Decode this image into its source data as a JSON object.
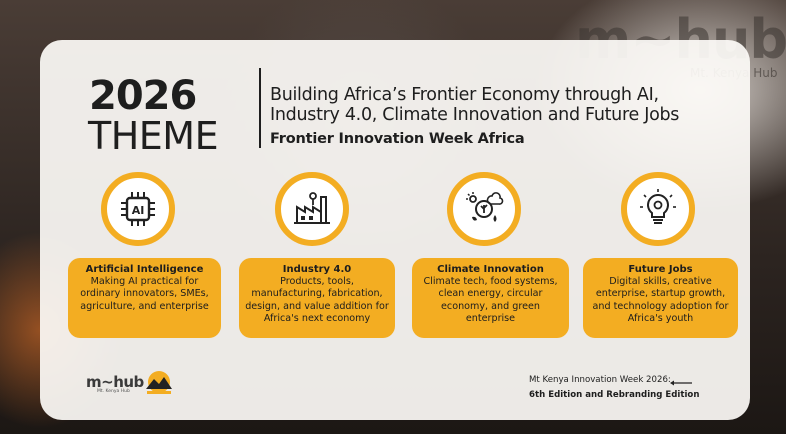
{
  "header": {
    "year": "2026",
    "theme_word": "THEME",
    "headline_line1": "Building Africa’s Frontier Economy through AI,",
    "headline_line2": "Industry 4.0, Climate Innovation and Future Jobs",
    "event_name": "Frontier Innovation Week Africa"
  },
  "background": {
    "brand": "m~hub",
    "brand_sub": "Mt. Kenya Hub"
  },
  "pillars": [
    {
      "icon": "ai-chip-icon",
      "title": "Artificial Intelligence",
      "desc": "Making AI practical for ordinary innovators, SMEs, agriculture, and enterprise"
    },
    {
      "icon": "factory-icon",
      "title": "Industry 4.0",
      "desc": "Products, tools, manufacturing, fabrication, design, and value addition for Africa's next economy"
    },
    {
      "icon": "climate-icon",
      "title": "Climate Innovation",
      "desc": "Climate tech, food systems, clean energy, circular economy, and green enterprise"
    },
    {
      "icon": "lightbulb-gear-icon",
      "title": "Future Jobs",
      "desc": "Digital skills, creative enterprise, startup growth, and technology adoption for Africa's youth"
    }
  ],
  "footer": {
    "logo_mhub": "m~hub",
    "logo_mhub_sub": "Mt. Kenya Hub",
    "line1": "Mt Kenya Innovation Week 2026:",
    "line2": "6th Edition and Rebranding Edition"
  },
  "colors": {
    "accent": "#f3ad22",
    "text": "#1e1e1e",
    "card": "#fcfaf6"
  }
}
